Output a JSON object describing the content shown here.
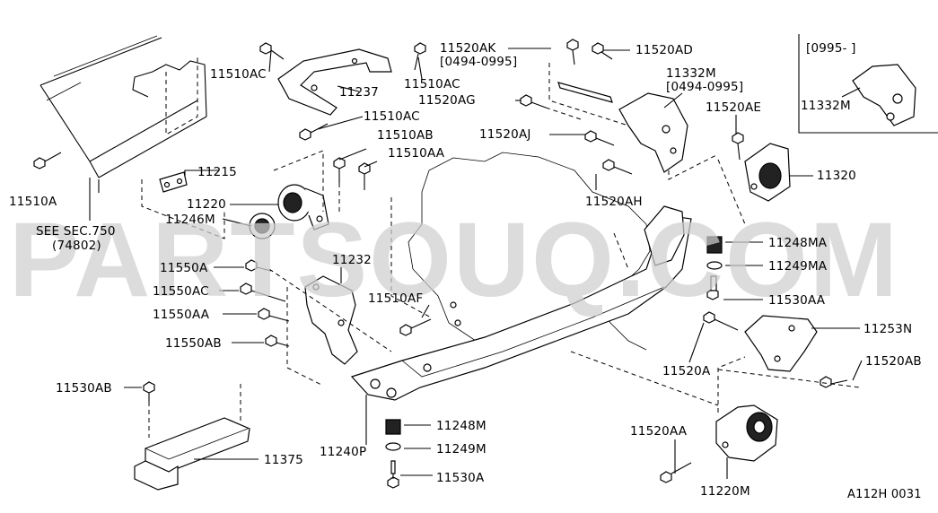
{
  "watermark": "PARTSOUQ.COM",
  "inset": {
    "date_range": "[0995-      ]",
    "part": "11332M"
  },
  "figure_code": "A112H 0031",
  "see_note": {
    "line1": "SEE SEC.750",
    "line2": "(74802)"
  },
  "labels": {
    "p11510AC_a": "11510AC",
    "p11237": "11237",
    "p11510AC_b": "11510AC",
    "p11510AC_c": "11510AC",
    "p11510AB": "11510AB",
    "p11510AA": "11510AA",
    "p11215": "11215",
    "p11220": "11220",
    "p11246M": "11246M",
    "p11510A": "11510A",
    "p11520AK": "11520AK",
    "p11520AK_date": "[0494-0995]",
    "p11520AD": "11520AD",
    "p11332M": "11332M",
    "p11332M_date": "[0494-0995]",
    "p11520AG": "11520AG",
    "p11520AE": "11520AE",
    "p11520AJ": "11520AJ",
    "p11320": "11320",
    "p11520AH": "11520AH",
    "p11248MA": "11248MA",
    "p11249MA": "11249MA",
    "p11530AA": "11530AA",
    "p11253N": "11253N",
    "p11520AB": "11520AB",
    "p11520A": "11520A",
    "p11550A": "11550A",
    "p11232": "11232",
    "p11550AC": "11550AC",
    "p11510AF": "11510AF",
    "p11550AA": "11550AA",
    "p11550AB": "11550AB",
    "p11530AB": "11530AB",
    "p11248M": "11248M",
    "p11249M": "11249M",
    "p11240P": "11240P",
    "p11530A": "11530A",
    "p11375": "11375",
    "p11520AA": "11520AA",
    "p11220M": "11220M"
  }
}
